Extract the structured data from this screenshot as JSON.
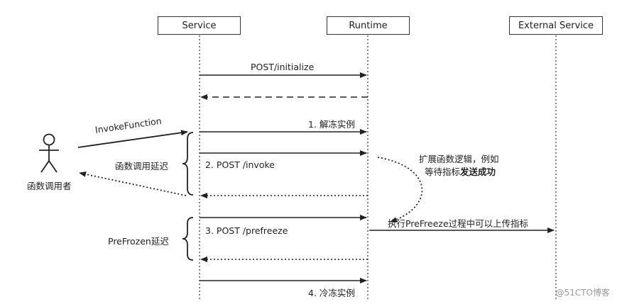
{
  "participants": {
    "service": "Service",
    "runtime": "Runtime",
    "external": "External Service"
  },
  "actor": {
    "label": "函数调用者"
  },
  "messages": {
    "init": "POST/initialize",
    "invoke_function": "InvokeFunction",
    "unfreeze": "1. 解冻实例",
    "post_invoke": "2. POST /invoke",
    "post_prefreeze": "3. POST /prefreeze",
    "freeze": "4. 冷冻实例"
  },
  "notes": {
    "invoke_delay": "函数调用延迟",
    "prefrozen_delay": "PreFrozen延迟",
    "extension_line1": "扩展函数逻辑，例如",
    "extension_line2_prefix": "等待指标",
    "extension_line2_bold": "发送成功",
    "prefreeze_upload": "执行PreFreeze过程中可以上传指标"
  },
  "watermark": "@51CTO博客"
}
